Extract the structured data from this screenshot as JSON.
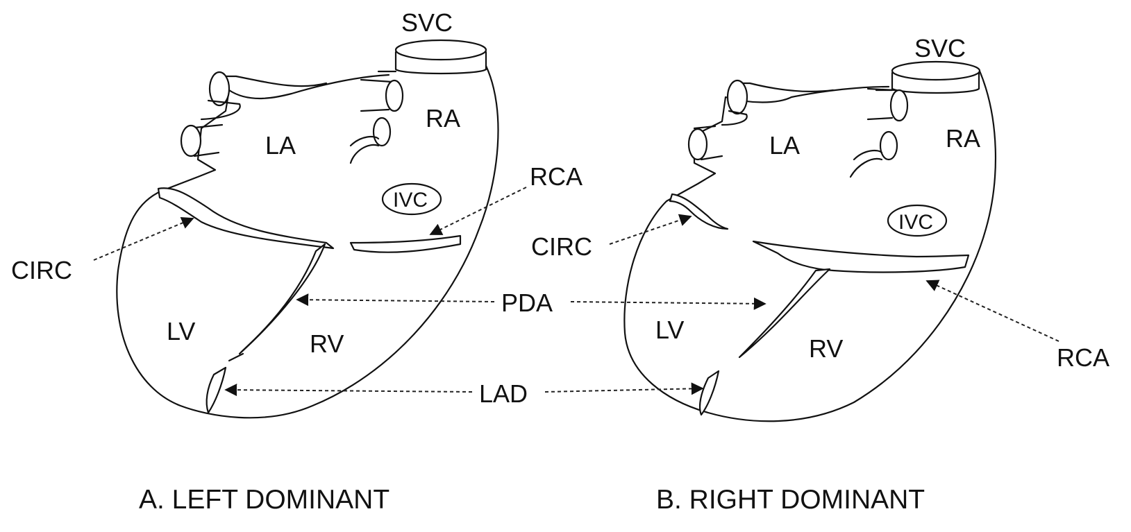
{
  "diagram": {
    "panel_a": {
      "caption": "A. LEFT DOMINANT",
      "labels": {
        "svc": "SVC",
        "ra": "RA",
        "la": "LA",
        "ivc": "IVC",
        "rca": "RCA",
        "circ": "CIRC",
        "lv": "LV",
        "rv": "RV"
      }
    },
    "panel_b": {
      "caption": "B. RIGHT DOMINANT",
      "labels": {
        "svc": "SVC",
        "ra": "RA",
        "la": "LA",
        "ivc": "IVC",
        "rca": "RCA",
        "circ": "CIRC",
        "lv": "LV",
        "rv": "RV"
      }
    },
    "shared_labels": {
      "pda": "PDA",
      "lad": "LAD"
    },
    "colors": {
      "line": "#111111",
      "background": "#ffffff"
    }
  }
}
